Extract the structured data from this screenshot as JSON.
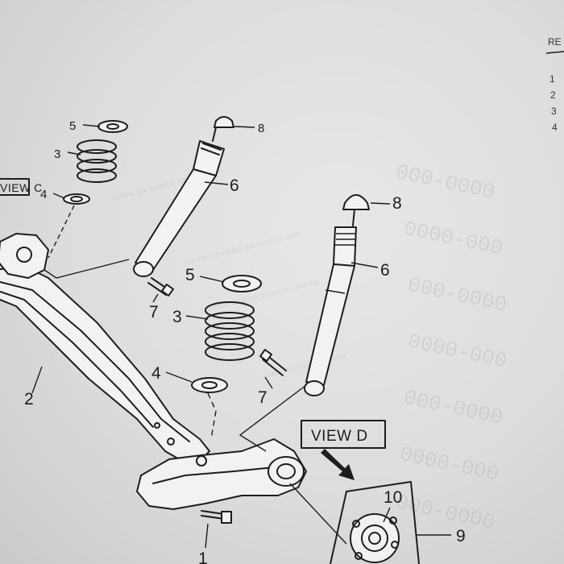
{
  "view_labels": {
    "view_c": "VIEW C",
    "view_d": "VIEW D"
  },
  "callouts": {
    "c1": "1",
    "c2": "2",
    "c3a": "3",
    "c3b": "3",
    "c4a": "4",
    "c4b": "4",
    "c5a": "5",
    "c5b": "5",
    "c6a": "6",
    "c6b": "6",
    "c7a": "7",
    "c7b": "7",
    "c8a": "8",
    "c8b": "8",
    "c9": "9",
    "c10": "10"
  },
  "right_margin": {
    "header_fragment": "RE",
    "line_1": "1",
    "line_2": "2",
    "line_3": "3",
    "line_4": "4"
  },
  "colors": {
    "paper": "#e1e2e4",
    "ink": "#1d1d1f"
  }
}
